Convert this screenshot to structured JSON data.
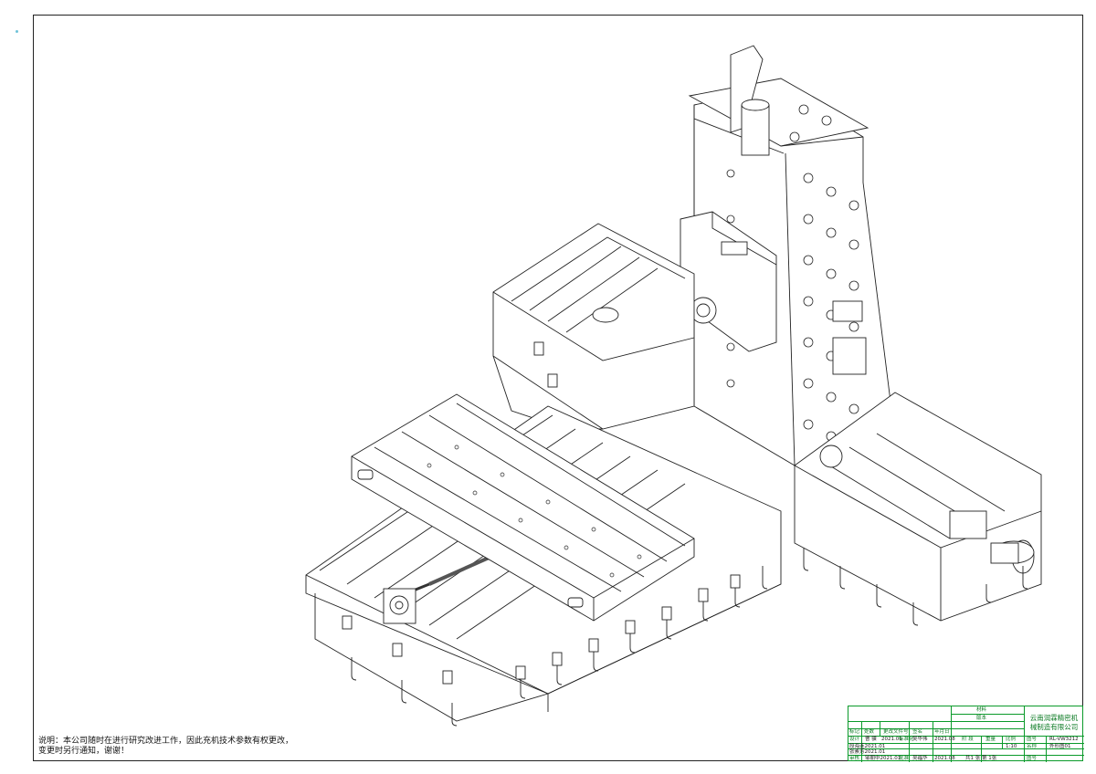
{
  "note": {
    "line1": "说明：本公司随时在进行研究改进工作，因此充机技术参数有权更改，",
    "line2": "变更时另行通知，谢谢！"
  },
  "title_block": {
    "company_line1": "云南润霖精密机",
    "company_line2": "械制造有限公司",
    "material_label": "材料",
    "version_label": "版本",
    "mark_label": "标记",
    "zone_label": "处数",
    "change_doc_label": "更改文件号",
    "sign_label": "签名",
    "ymd_label": "年月日",
    "design_label": "设计",
    "designer": "曹 骥",
    "design_date": "2021.01",
    "std_label": "标准化",
    "std_name": "吴华伟",
    "std_date": "2021.08",
    "stage_label": "阶 段",
    "weight_label": "重量",
    "scale_label": "比例",
    "scale_value": "1:10",
    "drawing_no_label": "图号",
    "drawing_no": "RL-VW3212",
    "name_label": "名称",
    "name_value": "外形图01",
    "check_row": "段海连2021.01",
    "process_row": "张素芳2021.01",
    "approve_label": "审核",
    "approve_row": "邹朝中2021.01",
    "ratify_label": "批准",
    "ratify_name": "吴福华",
    "ratify_date": "2021.08",
    "sheets": "共1 张 第 1张",
    "sheet_no_label": "图号"
  }
}
